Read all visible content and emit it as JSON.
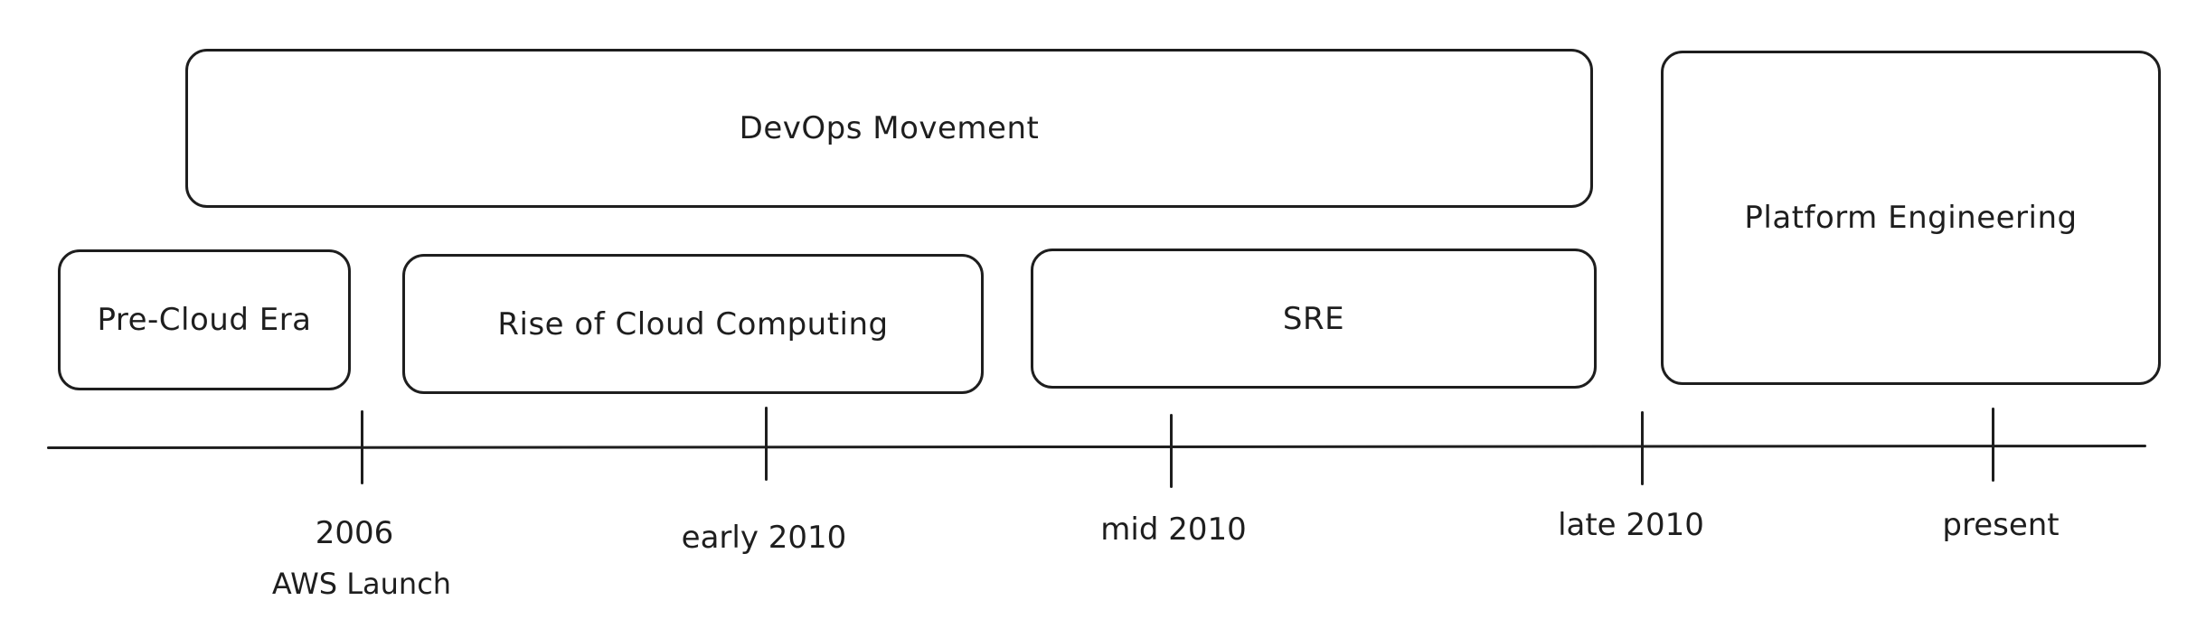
{
  "eras": {
    "devops": "DevOps Movement",
    "platform_engineering": "Platform Engineering",
    "pre_cloud": "Pre-Cloud Era",
    "rise_of_cloud": "Rise of Cloud Computing",
    "sre": "SRE"
  },
  "timeline": {
    "ticks": [
      {
        "label": "2006",
        "sublabel": "AWS Launch"
      },
      {
        "label": "early 2010"
      },
      {
        "label": "mid 2010"
      },
      {
        "label": "late 2010"
      },
      {
        "label": "present"
      }
    ]
  },
  "colors": {
    "stroke": "#1e1e1e",
    "background": "#ffffff"
  }
}
